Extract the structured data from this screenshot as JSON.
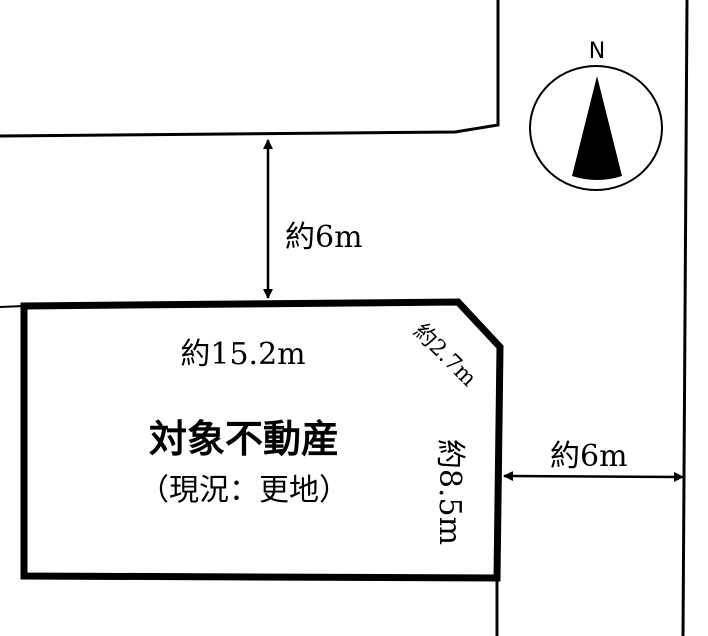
{
  "compass": {
    "label": "N"
  },
  "road_north": {
    "width_label": "約6m"
  },
  "road_east": {
    "width_label": "約6m"
  },
  "property": {
    "title": "対象不動産",
    "status": "（現況：更地）",
    "frontage_label": "約15.2m",
    "corner_cut_label": "約2.7m",
    "depth_label": "約8.5m"
  },
  "colors": {
    "line": "#000000",
    "background": "#ffffff"
  }
}
